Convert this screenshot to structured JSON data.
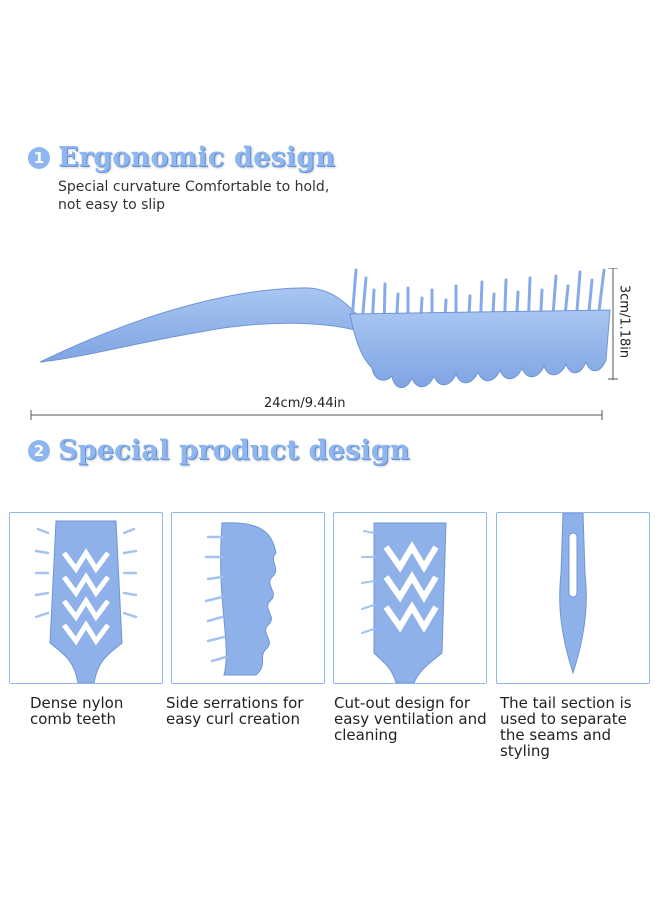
{
  "sections": [
    {
      "number": "1",
      "title": "Ergonomic design"
    },
    {
      "number": "2",
      "title": "Special product design"
    }
  ],
  "ergonomic": {
    "line1": "Special curvature Comfortable to hold,",
    "line2": "not easy to slip"
  },
  "dimensions": {
    "length": "24cm/9.44in",
    "height": "3cm/1.18in"
  },
  "features": [
    {
      "caption": "Dense nylon comb teeth"
    },
    {
      "caption": "Side serrations for easy curl creation"
    },
    {
      "caption": "Cut-out design for easy ventilation and cleaning"
    },
    {
      "caption": "The tail section is used to separate the seams and styling"
    }
  ],
  "colors": {
    "accent": "#8fb6ee",
    "brush": "#8fb1ea",
    "brush_dark": "#6f95d6"
  }
}
